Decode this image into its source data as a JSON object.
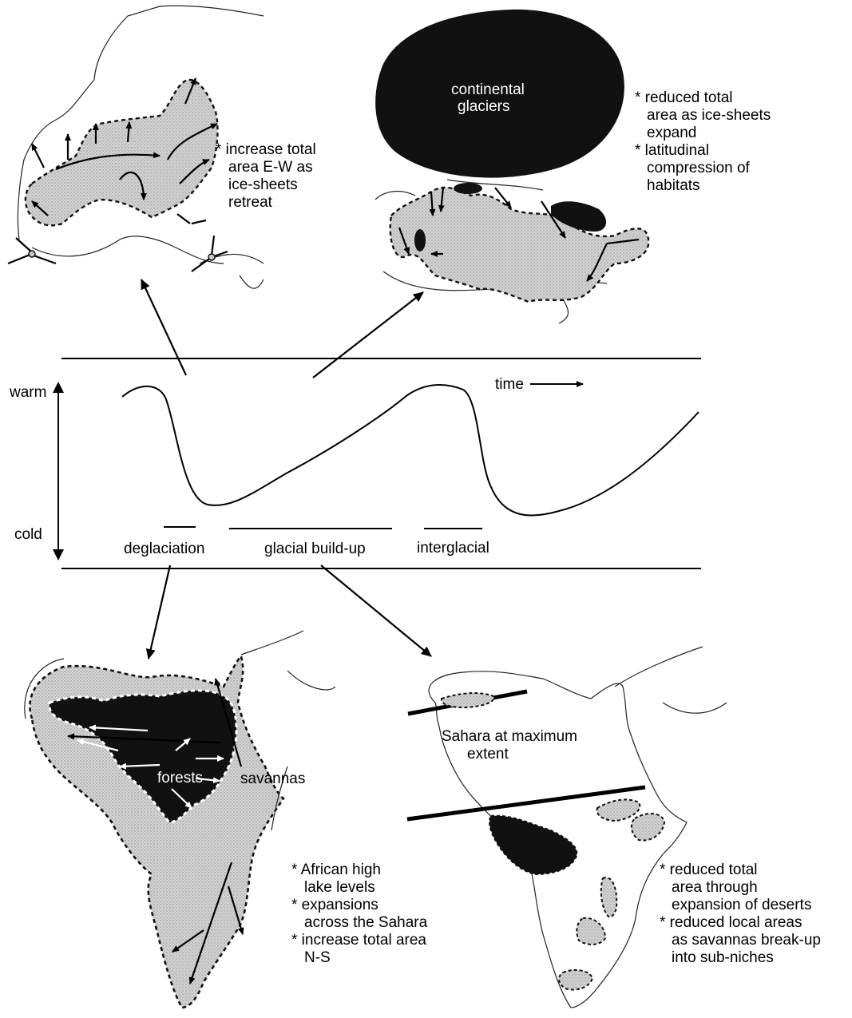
{
  "europe_glacial": {
    "glaciers_label": [
      "continental",
      "glaciers"
    ],
    "notes": [
      "* reduced total",
      "area as ice-sheets",
      "expand",
      "* latitudinal",
      "compression of",
      "habitats"
    ]
  },
  "europe_deglacial": {
    "notes": [
      "* increase total",
      "area E-W as",
      "ice-sheets",
      "retreat"
    ]
  },
  "climate_panel": {
    "warm_label": "warm",
    "cold_label": "cold",
    "time_label": "time",
    "phases": [
      "deglaciation",
      "glacial build-up",
      "interglacial"
    ]
  },
  "africa_deglacial": {
    "forests_label": "forests",
    "savannas_label": "savannas",
    "notes": [
      "* African high",
      "lake levels",
      "* expansions",
      "across the Sahara",
      "* increase total area",
      "N-S"
    ]
  },
  "africa_glacial": {
    "sahara_label": [
      "Sahara at maximum",
      "extent"
    ],
    "notes": [
      "* reduced total",
      "area through",
      "expansion of deserts",
      "* reduced local areas",
      "as savannas break-up",
      "into sub-niches"
    ]
  },
  "colors": {
    "ink": "#000000",
    "stipple": "#c8c8c8",
    "dark": "#111111"
  }
}
